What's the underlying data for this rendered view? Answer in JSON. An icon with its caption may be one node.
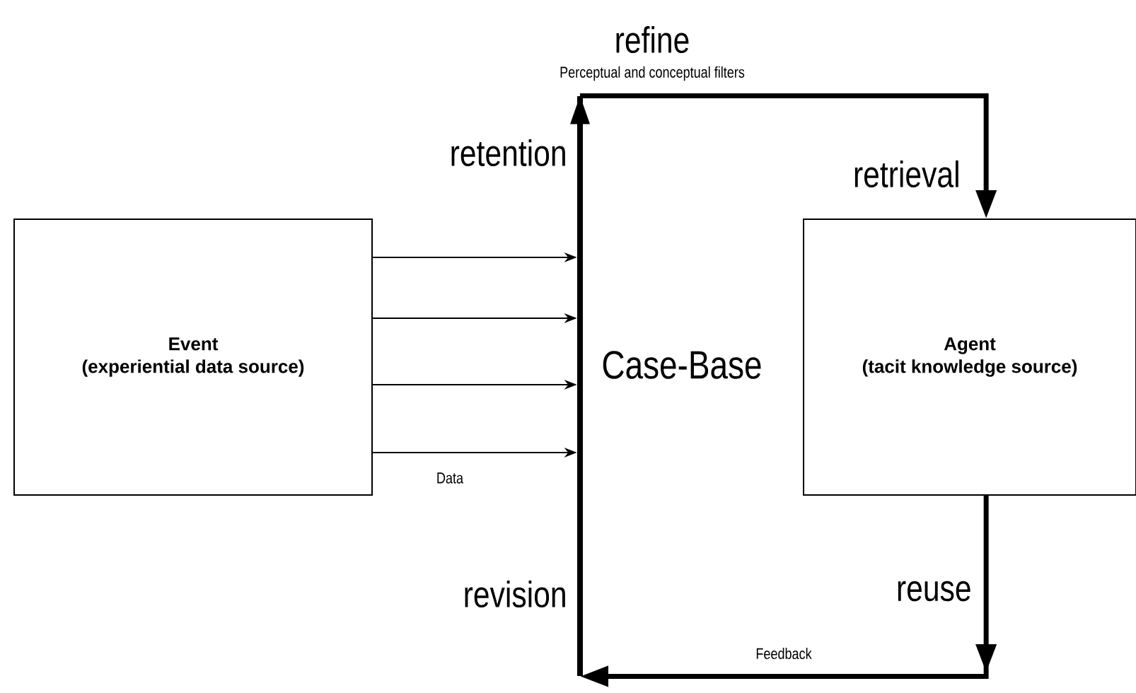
{
  "diagram": {
    "nodes": [
      {
        "text": [
          "Event",
          "(experiential data source)"
        ]
      },
      {
        "text": [],
        "shape": "bar"
      },
      {
        "text": [
          "Agent",
          "(tacit knowledge source)"
        ]
      }
    ],
    "edges": [
      {
        "from": 0,
        "to": 1,
        "arrow": "to"
      },
      {
        "from": 0,
        "to": 1,
        "arrow": "to"
      },
      {
        "from": 0,
        "to": 1,
        "arrow": "to"
      },
      {
        "from": 0,
        "to": 1,
        "arrow": "to",
        "label": "Data"
      },
      {
        "from": 1,
        "to": 2,
        "arrow": "to",
        "style": "thick",
        "label": "Perceptual and conceptual filters"
      },
      {
        "from": 2,
        "to": 1,
        "arrow": "to",
        "style": "thick",
        "label": "Feedback"
      }
    ],
    "labels": [
      "refine",
      "retention",
      "retrieval",
      "Case-Base",
      "revision",
      "reuse"
    ]
  }
}
